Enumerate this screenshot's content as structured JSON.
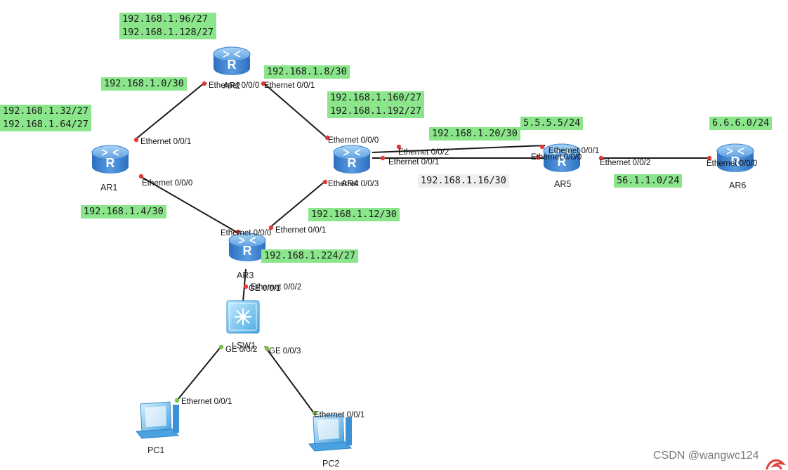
{
  "devices": {
    "ar1": {
      "name": "AR1"
    },
    "ar2": {
      "name": "AR2"
    },
    "ar3": {
      "name": "AR3"
    },
    "ar4": {
      "name": "AR4"
    },
    "ar5": {
      "name": "AR5"
    },
    "ar6": {
      "name": "AR6"
    },
    "lsw1": {
      "name": "LSW1"
    },
    "pc1": {
      "name": "PC1"
    },
    "pc2": {
      "name": "PC2"
    }
  },
  "ports": {
    "ar2_e000": "Ethernet 0/0/0",
    "ar2_e001": "Ethernet 0/0/1",
    "ar1_e001": "Ethernet 0/0/1",
    "ar1_e000": "Ethernet 0/0/0",
    "ar4_e000": "Ethernet 0/0/0",
    "ar4_e002": "Ethernet 0/0/2",
    "ar4_e001": "Ethernet 0/0/1",
    "ar4_e003": "Ethernet 0/0/3",
    "ar5_e001": "Ethernet 0/0/1",
    "ar5_e000": "Ethernet 0/0/0",
    "ar5_e002": "Ethernet 0/0/2",
    "ar6_e000": "Ethernet 0/0/0",
    "ar3_e000": "Ethernet 0/0/0",
    "ar3_e001": "Ethernet 0/0/1",
    "ar3_e002": "Ethernet 0/0/2",
    "lsw1_ge001": "GE 0/0/1",
    "lsw1_ge002": "GE 0/0/2",
    "lsw1_ge003": "GE 0/0/3",
    "pc1_e001": "Ethernet 0/0/1",
    "pc2_e001": "Ethernet 0/0/1"
  },
  "networks": {
    "ar2_lan": "192.168.1.96/27\n192.168.1.128/27",
    "ar1_ar2": "192.168.1.0/30",
    "ar2_ar4": "192.168.1.8/30",
    "ar1_lan": "192.168.1.32/27\n192.168.1.64/27",
    "ar4_lan": "192.168.1.160/27\n192.168.1.192/27",
    "ar4_ar5_a": "192.168.1.20/30",
    "ar5_loop": "5.5.5.5/24",
    "ar6_lan": "6.6.6.0/24",
    "ar4_ar5_b": "192.168.1.16/30",
    "ar5_ar6": "56.1.1.0/24",
    "ar1_ar3": "192.168.1.4/30",
    "ar3_ar4": "192.168.1.12/30",
    "ar3_lan": "192.168.1.224/27"
  },
  "watermark": "CSDN @wangwc124",
  "colors": {
    "router": "#4a8fd6",
    "link": "#1a1a1a",
    "port_router": "#e23a3a",
    "port_switch": "#7ac143",
    "net_label": "#8be58b"
  }
}
